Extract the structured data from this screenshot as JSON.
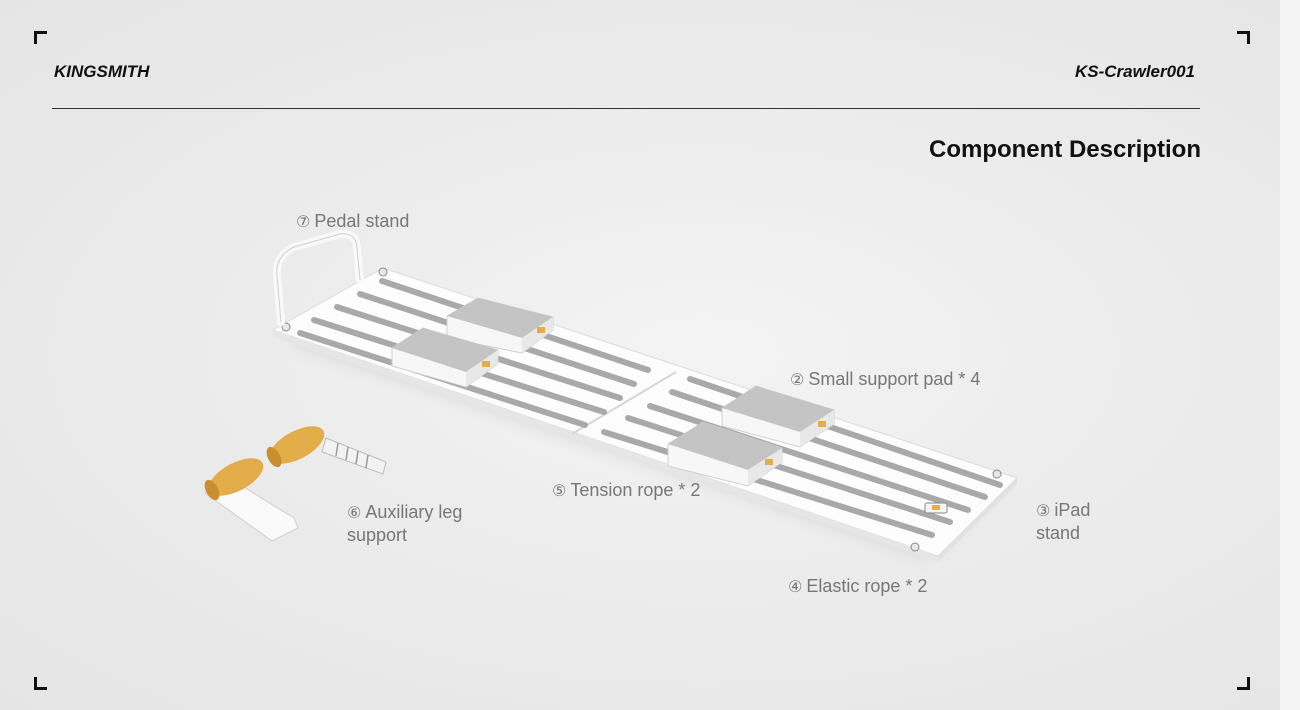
{
  "header": {
    "brand": "KINGSMITH",
    "model": "KS-Crawler001"
  },
  "page_title": "Component Description",
  "callouts": {
    "pedal_stand": {
      "num": "⑦",
      "label": "Pedal stand"
    },
    "small_support_pad": {
      "num": "②",
      "label": "Small support pad * 4"
    },
    "tension_rope": {
      "num": "⑤",
      "label": "Tension rope * 2"
    },
    "auxiliary_leg_support": {
      "num": "⑥",
      "label": "Auxiliary leg support"
    },
    "ipad_stand": {
      "num": "③",
      "label": "iPad stand"
    },
    "elastic_rope": {
      "num": "④",
      "label": "Elastic rope * 2"
    }
  },
  "colors": {
    "rail": "#a9a9a9",
    "pad_top": "#c4c4c4",
    "frame": "#fdfdfd",
    "roller": "#e3ad4a"
  }
}
